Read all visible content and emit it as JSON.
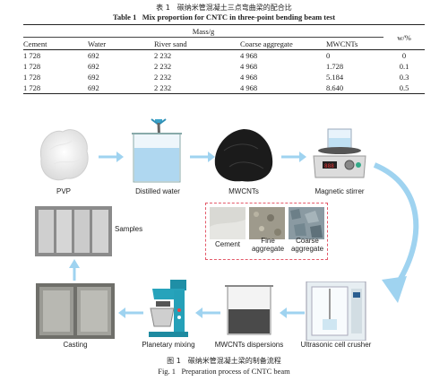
{
  "table": {
    "caption_cn": "表 1　碳纳米管混凝土三点弯曲梁的配合比",
    "caption_en_label": "Table 1",
    "caption_en_text": "Mix proportion for CNTC in three-point bending beam test",
    "group_header": "Mass/g",
    "w_header": "w/%",
    "columns": [
      "Cement",
      "Water",
      "River sand",
      "Coarse aggregate",
      "MWCNTs"
    ],
    "rows": [
      [
        "1 728",
        "692",
        "2 232",
        "4 968",
        "0",
        "0"
      ],
      [
        "1 728",
        "692",
        "2 232",
        "4 968",
        "1.728",
        "0.1"
      ],
      [
        "1 728",
        "692",
        "2 232",
        "4 968",
        "5.184",
        "0.3"
      ],
      [
        "1 728",
        "692",
        "2 232",
        "4 968",
        "8.640",
        "0.5"
      ]
    ]
  },
  "figure": {
    "labels": {
      "pvp": "PVP",
      "distilled_water": "Distilled water",
      "mwcnts": "MWCNTs",
      "magnetic_stirrer": "Magnetic stirrer",
      "samples": "Samples",
      "cement": "Cement",
      "fine_aggregate": "Fine aggregate",
      "coarse_aggregate": "Coarse aggregate",
      "casting": "Casting",
      "planetary_mixing": "Planetary mixing",
      "mwcnts_dispersions": "MWCNTs dispersions",
      "ultrasonic": "Ultrasonic cell crusher"
    },
    "caption_cn": "图 1　碳纳米管混凝土梁的制备流程",
    "caption_en_label": "Fig. 1",
    "caption_en_text": "Preparation process of CNTC beam"
  },
  "colors": {
    "arrow": "#9fd3f0",
    "dashed_box": "#e35a6a"
  }
}
